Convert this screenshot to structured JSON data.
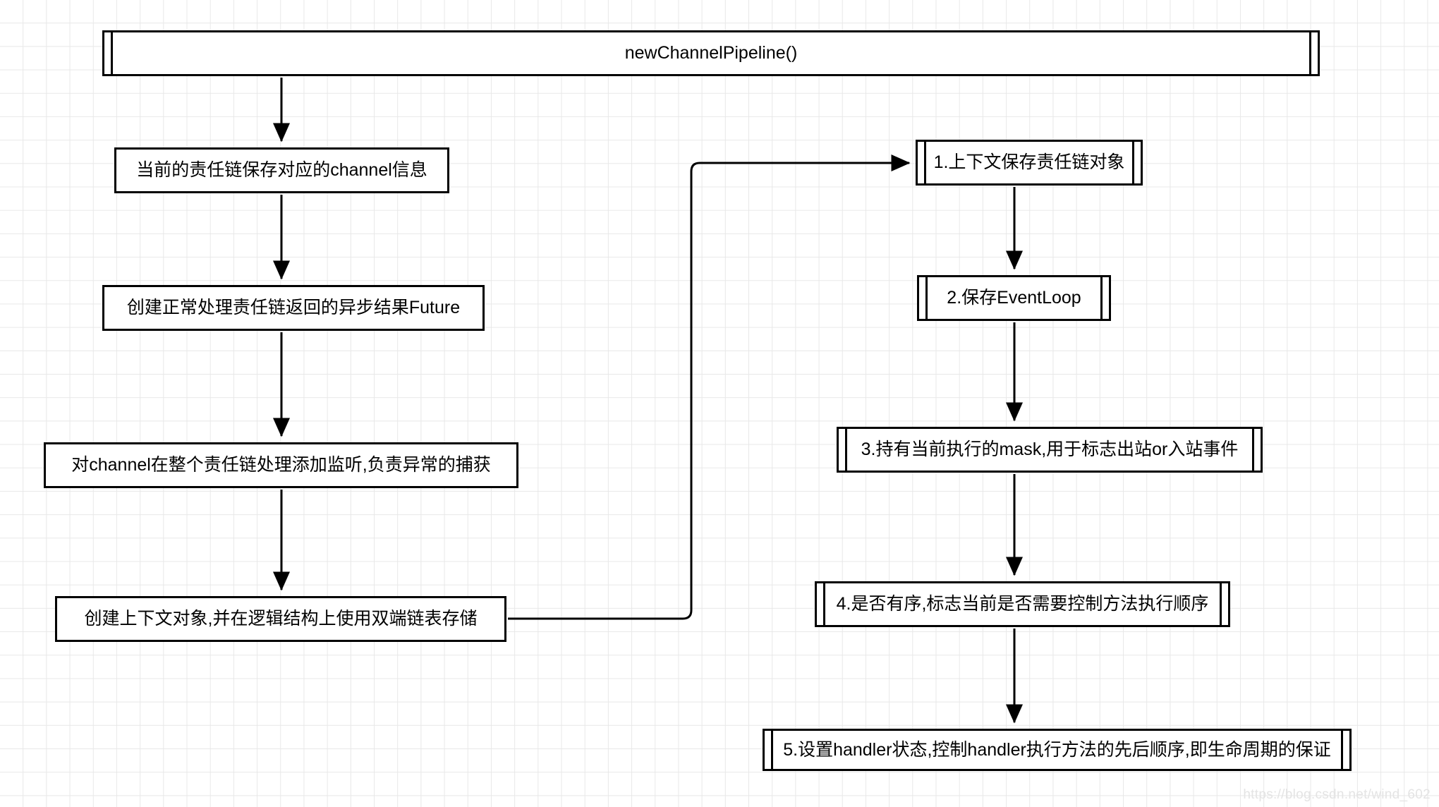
{
  "diagram": {
    "type": "flowchart",
    "title_node": {
      "id": "title",
      "label": "newChannelPipeline()",
      "shape": "subroutine"
    },
    "left_column": [
      {
        "id": "l1",
        "label": "当前的责任链保存对应的channel信息",
        "shape": "rect"
      },
      {
        "id": "l2",
        "label": "创建正常处理责任链返回的异步结果Future",
        "shape": "rect"
      },
      {
        "id": "l3",
        "label": "对channel在整个责任链处理添加监听,负责异常的捕获",
        "shape": "rect"
      },
      {
        "id": "l4",
        "label": "创建上下文对象,并在逻辑结构上使用双端链表存储",
        "shape": "rect"
      }
    ],
    "right_column": [
      {
        "id": "r1",
        "label": "1.上下文保存责任链对象",
        "shape": "subroutine"
      },
      {
        "id": "r2",
        "label": "2.保存EventLoop",
        "shape": "subroutine"
      },
      {
        "id": "r3",
        "label": "3.持有当前执行的mask,用于标志出站or入站事件",
        "shape": "subroutine"
      },
      {
        "id": "r4",
        "label": "4.是否有序,标志当前是否需要控制方法执行顺序",
        "shape": "subroutine"
      },
      {
        "id": "r5",
        "label": "5.设置handler状态,控制handler执行方法的先后顺序,即生命周期的保证",
        "shape": "subroutine"
      }
    ],
    "edges": [
      {
        "from": "title",
        "to": "l1",
        "style": "straight-down",
        "arrow": true
      },
      {
        "from": "l1",
        "to": "l2",
        "style": "straight-down",
        "arrow": true
      },
      {
        "from": "l2",
        "to": "l3",
        "style": "straight-down",
        "arrow": true
      },
      {
        "from": "l3",
        "to": "l4",
        "style": "straight-down",
        "arrow": true
      },
      {
        "from": "l4",
        "to": "r1",
        "style": "elbow-right-up",
        "arrow": true
      },
      {
        "from": "r1",
        "to": "r2",
        "style": "straight-down",
        "arrow": true
      },
      {
        "from": "r2",
        "to": "r3",
        "style": "straight-down",
        "arrow": true
      },
      {
        "from": "r3",
        "to": "r4",
        "style": "straight-down",
        "arrow": true
      },
      {
        "from": "r4",
        "to": "r5",
        "style": "straight-down",
        "arrow": true
      }
    ],
    "colors": {
      "stroke": "#000000",
      "fill": "#ffffff",
      "grid": "#e8e8e8",
      "watermark": "#e4e4e4"
    },
    "background": "grid"
  },
  "watermark": {
    "text": "https://blog.csdn.net/wind_602"
  }
}
